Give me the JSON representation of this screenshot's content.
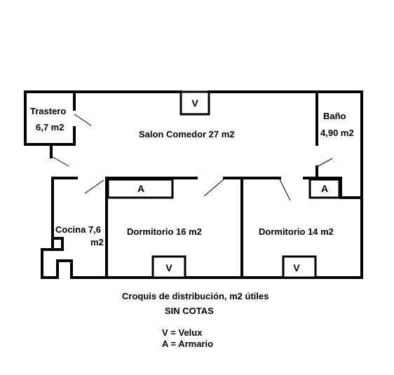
{
  "rooms": {
    "trastero": {
      "name": "Trastero",
      "area": "6,7 m2"
    },
    "salon": {
      "label": "Salon Comedor 27 m2"
    },
    "bano": {
      "name": "Baño",
      "area": "4,90 m2"
    },
    "cocina": {
      "line1": "Cocina 7,6",
      "line2": "m2"
    },
    "dormitorio1": {
      "label": "Dormitorio 16 m2"
    },
    "dormitorio2": {
      "label": "Dormitorio 14 m2"
    }
  },
  "markers": {
    "velux": "V",
    "armario": "A"
  },
  "caption": {
    "title": "Croquis de distribución, m2 útiles",
    "subtitle": "SIN COTAS",
    "legend_v": "V = Velux",
    "legend_a": "A = Armario"
  },
  "colors": {
    "ink": "#000000",
    "paper": "#ffffff"
  }
}
